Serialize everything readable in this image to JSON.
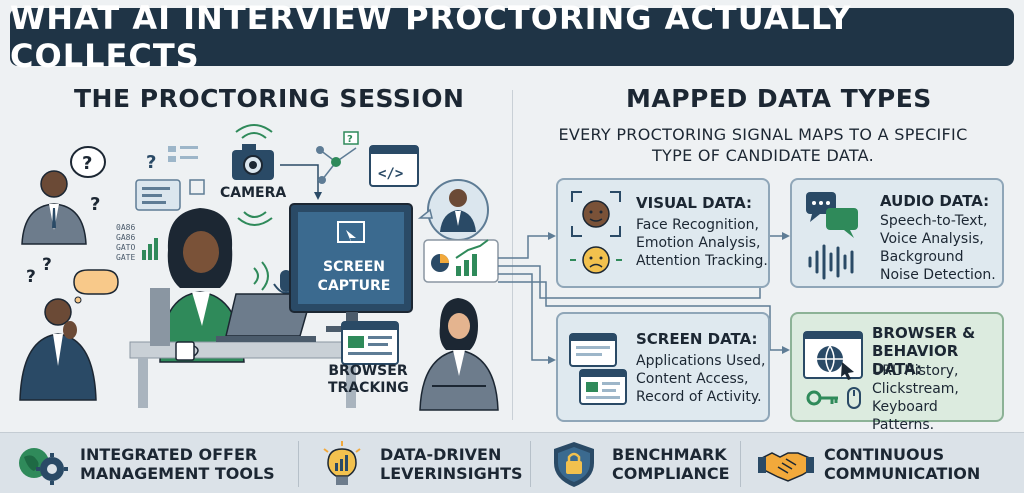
{
  "title": "WHAT AI INTERVIEW PROCTORING ACTUALLY COLLECTS",
  "left_section": {
    "heading": "THE PROCTORING SESSION",
    "labels": {
      "camera": "CAMERA",
      "screen_capture": "SCREEN CAPTURE",
      "browser_tracking": "BROWSER TRACKING"
    },
    "noise_text": [
      "0A86",
      "GA86",
      "GATO",
      "GATE"
    ]
  },
  "right_section": {
    "heading": "MAPPED DATA TYPES",
    "subtitle": "EVERY PROCTORING SIGNAL MAPS TO A SPECIFIC TYPE OF CANDIDATE DATA.",
    "cards": [
      {
        "title": "VISUAL DATA:",
        "lines": [
          "Face Recognition,",
          "Emotion Analysis,",
          "Attention Tracking."
        ]
      },
      {
        "title": "AUDIO DATA:",
        "lines": [
          "Speech-to-Text,",
          "Voice Analysis,",
          "Background",
          "Noise Detection."
        ]
      },
      {
        "title": "SCREEN DATA:",
        "lines": [
          "Applications Used,",
          "Content Access,",
          "Record of Activity."
        ]
      },
      {
        "title_lines": [
          "BROWSER &",
          "BEHAVIOR DATA:"
        ],
        "lines": [
          "URL History,",
          "Clickstream,",
          "Keyboard Patterns."
        ]
      }
    ]
  },
  "footer": [
    {
      "lines": [
        "INTEGRATED OFFER",
        "MANAGEMENT TOOLS"
      ],
      "icon": "globe-gear-icon"
    },
    {
      "lines": [
        "DATA-DRIVEN",
        "LEVERINSIGHTS"
      ],
      "icon": "lightbulb-chart-icon"
    },
    {
      "lines": [
        "BENCHMARK",
        "COMPLIANCE"
      ],
      "icon": "shield-lock-icon"
    },
    {
      "lines": [
        "CONTINUOUS",
        "COMMUNICATION"
      ],
      "icon": "handshake-icon"
    }
  ],
  "colors": {
    "title_bg": "#1f3446",
    "card_blue": "#dfe9ef",
    "card_green": "#dcebdf",
    "monitor": "#2a4a66",
    "accent_green": "#2f8a5a"
  }
}
